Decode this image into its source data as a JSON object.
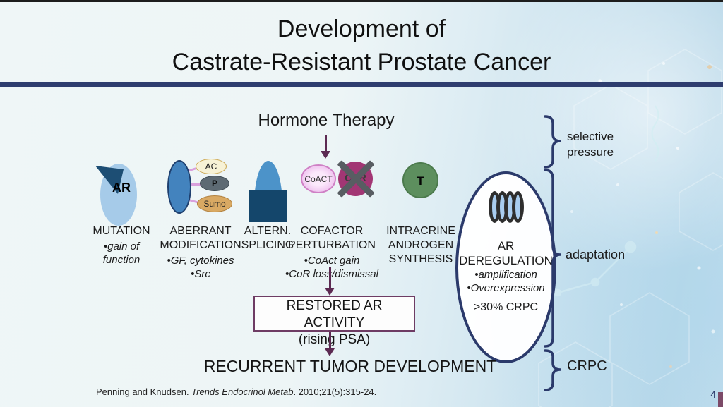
{
  "header": {
    "title_line1": "Development of",
    "title_line2": "Castrate-Resistant Prostate Cancer"
  },
  "therapy": {
    "label": "Hormone Therapy"
  },
  "mechanisms": [
    {
      "label": "MUTATION",
      "bullets": [
        "•gain of function"
      ],
      "icon": {
        "text": "AR"
      }
    },
    {
      "label": "ABERRANT MODIFICATION",
      "bullets": [
        "•GF, cytokines",
        "•Src"
      ],
      "icon": {
        "badges": [
          "AC",
          "P",
          "Sumo"
        ]
      }
    },
    {
      "label": "ALTERN. SPLICING",
      "bullets": []
    },
    {
      "label": "COFACTOR PERTURBATION",
      "bullets": [
        "•CoAct gain",
        "•CoR loss/dismissal"
      ],
      "icon": {
        "coact": "CoACT",
        "cor": "CoR"
      }
    },
    {
      "label": "INTRACRINE ANDROGEN SYNTHESIS",
      "bullets": [],
      "icon": {
        "text": "T"
      }
    }
  ],
  "ar_deregulation": {
    "title_line1": "AR",
    "title_line2": "DEREGULATION",
    "bullets": [
      "•amplification",
      "•Overexpression"
    ],
    "stat": ">30% CRPC"
  },
  "flow": {
    "restored_title": "RESTORED AR ACTIVITY",
    "restored_sub": "(rising PSA)",
    "outcome": "RECURRENT TUMOR DEVELOPMENT"
  },
  "brackets": [
    {
      "label": "selective pressure"
    },
    {
      "label": "adaptation"
    },
    {
      "label": "CRPC"
    }
  ],
  "footer": {
    "citation_authors": "Penning and Knudsen. ",
    "citation_journal": "Trends Endocrinol Metab",
    "citation_rest": ". 2010;21(5):315-24.",
    "page_number": "4"
  },
  "colors": {
    "accent_navy": "#2b3a6b",
    "arrow_purple": "#5c2a52",
    "receptor_blue": "#4383be",
    "mutation_blue": "#a6cbe9",
    "cor_magenta": "#a23674",
    "testosterone_green": "#5d8f5e"
  }
}
